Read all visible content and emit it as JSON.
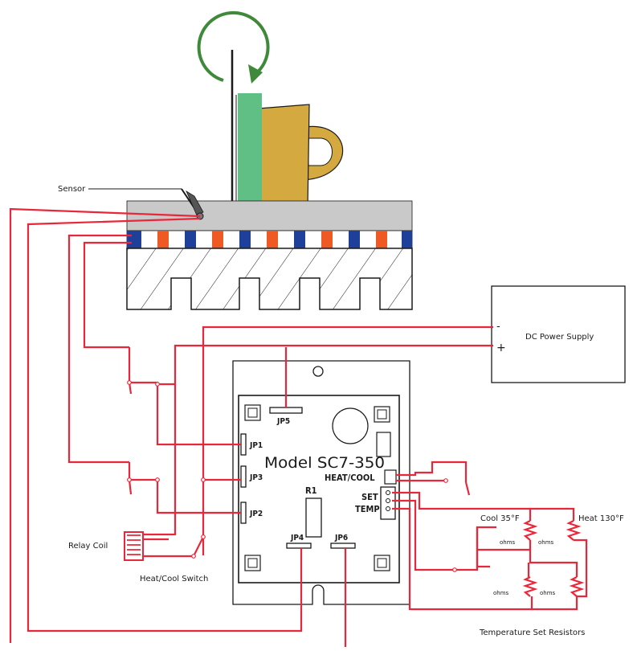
{
  "labels": {
    "sensor": "Sensor",
    "model": "Model SC7-350",
    "jp5": "JP5",
    "jp1": "JP1",
    "jp3": "JP3",
    "jp2": "JP2",
    "jp4": "JP4",
    "jp6": "JP6",
    "r1": "R1",
    "heat_cool": "HEAT/COOL",
    "set_temp_1": "SET",
    "set_temp_2": "TEMP",
    "dc_power_supply": "DC Power Supply",
    "minus": "-",
    "plus": "+",
    "relay_coil": "Relay Coil",
    "heat_cool_switch": "Heat/Cool Switch",
    "cool_temp": "Cool 35°F",
    "heat_temp": "Heat 130°F",
    "r_a": "ohms",
    "r_b": "ohms",
    "r_c": "ohms",
    "r_d": "ohms",
    "resistors_caption": "Temperature Set Resistors"
  },
  "colors": {
    "wire": "#e8283a",
    "plate": "#c9c9c9",
    "cup": "#d4a93f",
    "liquid": "#5fbf84",
    "peltier_blue": "#1e3f9a",
    "peltier_orange": "#ef5a24",
    "arrow": "#3f8a3a"
  }
}
